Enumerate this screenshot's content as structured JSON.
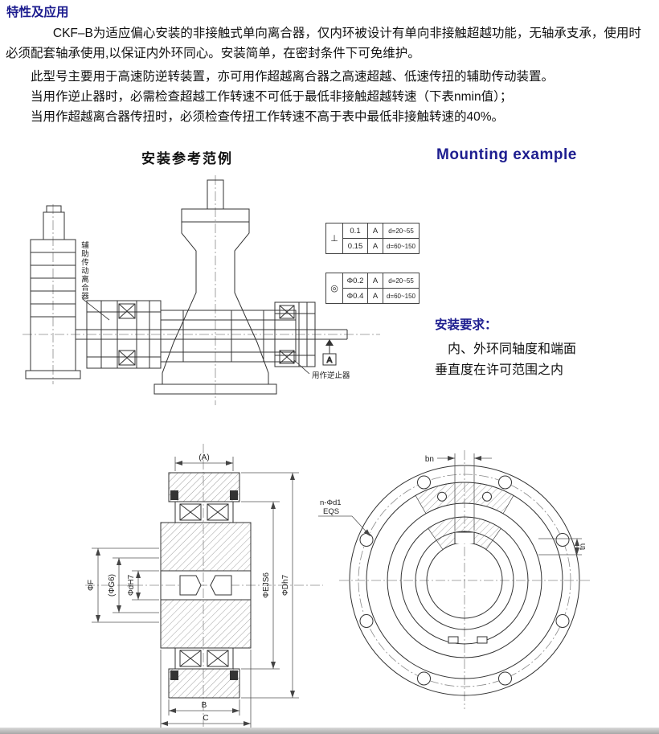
{
  "page": {
    "title": "特性及应用",
    "paragraphs": [
      "CKF–B为适应偏心安装的非接触式单向离合器，仅内环被设计有单向非接触超越功能，无轴承支承，使用时必须配套轴承使用,以保证内外环同心。安装简单，在密封条件下可免维护。",
      "此型号主要用于高速防逆转装置，亦可用作超越离合器之高速超越、低速传扭的辅助传动装置。",
      "当用作逆止器时，必需检查超越工作转速不可低于最低非接触超越转速（下表nmin值）；",
      "当用作超越离合器传扭时，必须检查传扭工作转速不高于表中最低非接触转速的40%。"
    ]
  },
  "mounting": {
    "title_zh": "安装参考范例",
    "title_en": "Mounting example",
    "label_aux_clutch": "辅助传动离合器",
    "label_backstop": "用作逆止器",
    "datum_label": "A",
    "tables": [
      {
        "symbol": "⊥",
        "rows": [
          {
            "value": "0.1",
            "datum": "A",
            "range": "d=20~55"
          },
          {
            "value": "0.15",
            "datum": "A",
            "range": "d=60~150"
          }
        ]
      },
      {
        "symbol": "◎",
        "rows": [
          {
            "value": "Φ0.2",
            "datum": "A",
            "range": "d=20~55"
          },
          {
            "value": "Φ0.4",
            "datum": "A",
            "range": "d=60~150"
          }
        ]
      }
    ],
    "req_title": "安装要求：",
    "req_lines": [
      "内、外环同轴度和端面",
      "垂直度在许可范围之内"
    ]
  },
  "xsec": {
    "dim_a": "(A)",
    "dim_f": "ΦF",
    "dim_g": "(ΦG6)",
    "dim_d": "ΦdH7",
    "dim_e": "ΦEJS6",
    "dim_big_d": "ΦDh7",
    "dim_b": "B",
    "dim_c": "C"
  },
  "front": {
    "label_n": "n-Φd1",
    "label_eqs": "EQS",
    "dim_bn": "bn",
    "dim_tn": "tn"
  }
}
